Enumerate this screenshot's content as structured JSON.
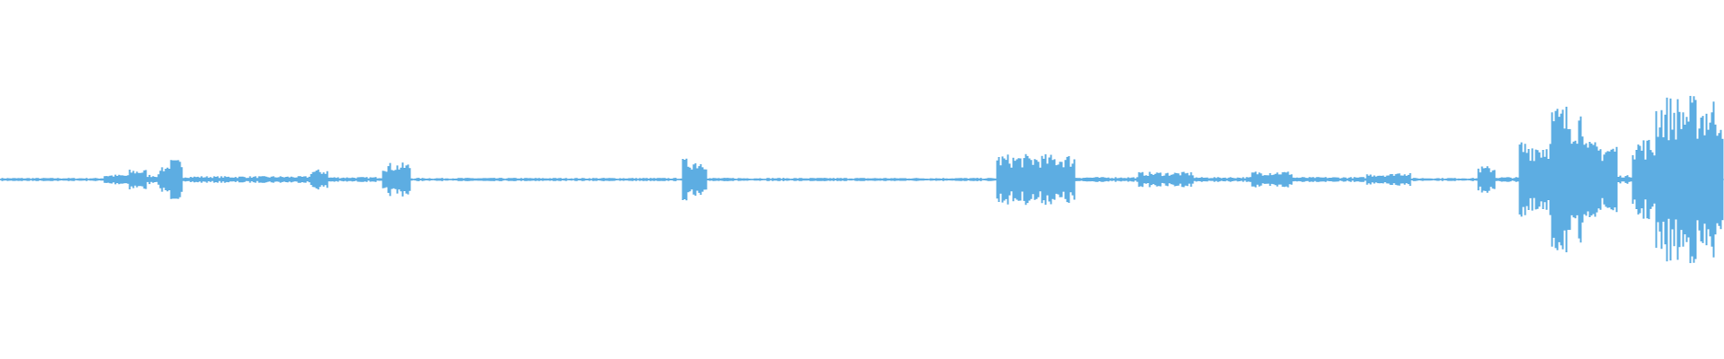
{
  "waveform": {
    "color": "#5DADE2",
    "segments": [
      {
        "from": 0.0,
        "to": 0.06,
        "amp": 0.02
      },
      {
        "from": 0.06,
        "to": 0.075,
        "amp": 0.06
      },
      {
        "from": 0.075,
        "to": 0.085,
        "amp": 0.12
      },
      {
        "from": 0.085,
        "to": 0.092,
        "amp": 0.06
      },
      {
        "from": 0.092,
        "to": 0.097,
        "amp": 0.18
      },
      {
        "from": 0.097,
        "to": 0.106,
        "amp": 0.24
      },
      {
        "from": 0.106,
        "to": 0.18,
        "amp": 0.04
      },
      {
        "from": 0.18,
        "to": 0.19,
        "amp": 0.12
      },
      {
        "from": 0.19,
        "to": 0.221,
        "amp": 0.03
      },
      {
        "from": 0.221,
        "to": 0.238,
        "amp": 0.2
      },
      {
        "from": 0.238,
        "to": 0.395,
        "amp": 0.02
      },
      {
        "from": 0.395,
        "to": 0.41,
        "amp": 0.25
      },
      {
        "from": 0.41,
        "to": 0.578,
        "amp": 0.02
      },
      {
        "from": 0.578,
        "to": 0.623,
        "amp": 0.3
      },
      {
        "from": 0.623,
        "to": 0.66,
        "amp": 0.03
      },
      {
        "from": 0.66,
        "to": 0.692,
        "amp": 0.09
      },
      {
        "from": 0.692,
        "to": 0.726,
        "amp": 0.03
      },
      {
        "from": 0.726,
        "to": 0.75,
        "amp": 0.1
      },
      {
        "from": 0.75,
        "to": 0.792,
        "amp": 0.03
      },
      {
        "from": 0.792,
        "to": 0.808,
        "amp": 0.07
      },
      {
        "from": 0.808,
        "to": 0.818,
        "amp": 0.09
      },
      {
        "from": 0.818,
        "to": 0.857,
        "amp": 0.02
      },
      {
        "from": 0.857,
        "to": 0.867,
        "amp": 0.16
      },
      {
        "from": 0.867,
        "to": 0.881,
        "amp": 0.03
      },
      {
        "from": 0.881,
        "to": 0.898,
        "amp": 0.48
      },
      {
        "from": 0.898,
        "to": 0.92,
        "amp": 0.9
      },
      {
        "from": 0.92,
        "to": 0.938,
        "amp": 0.45
      },
      {
        "from": 0.938,
        "to": 0.946,
        "amp": 0.05
      },
      {
        "from": 0.946,
        "to": 0.96,
        "amp": 0.5
      },
      {
        "from": 0.96,
        "to": 1.0,
        "amp": 1.0
      }
    ]
  }
}
